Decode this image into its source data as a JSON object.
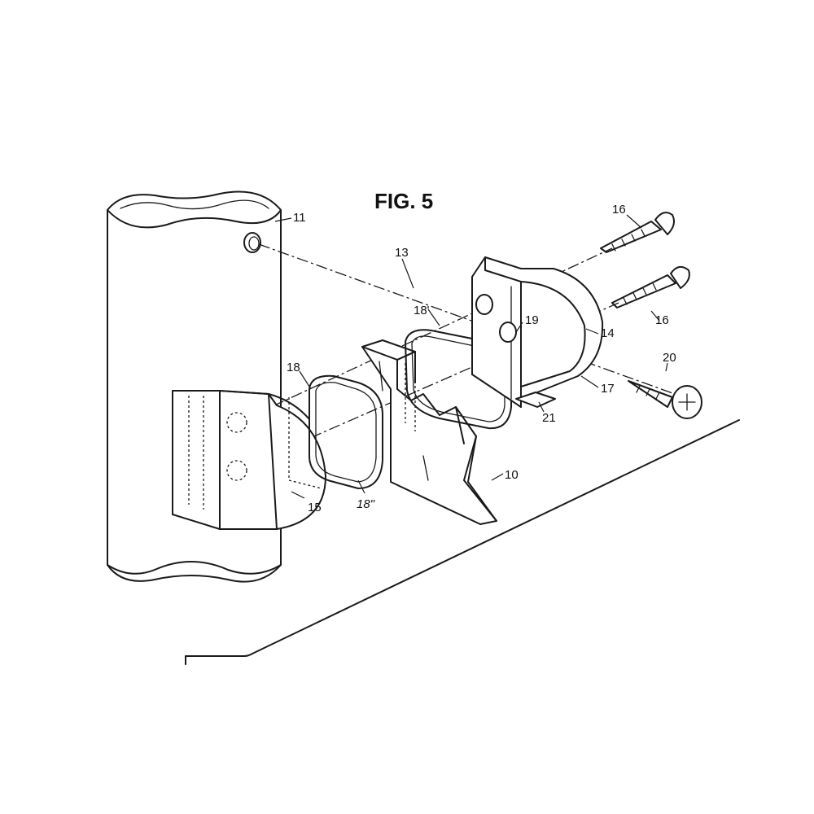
{
  "figure": {
    "title": "FIG. 5",
    "labels": {
      "pole": "11",
      "assembly": "13",
      "screw_top": "16",
      "screw_mid": "16",
      "screw_small": "20",
      "gasket_left": "18",
      "gasket_right": "18'",
      "gasket_lower": "18\"",
      "hole": "19",
      "bracket_right": "14",
      "edge": "17",
      "tab": "21",
      "bracket_left": "15",
      "block": "10"
    }
  }
}
